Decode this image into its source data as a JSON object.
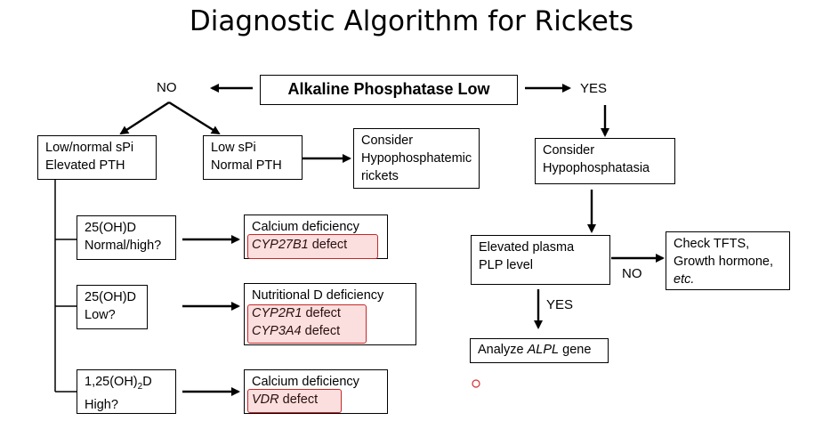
{
  "title": "Diagnostic Algorithm for Rickets",
  "root": "Alkaline Phosphatase Low",
  "no_label": "NO",
  "yes_label": "YES",
  "left": {
    "box_a": [
      "Low/normal sPi",
      "Elevated PTH"
    ],
    "box_b": [
      "Low sPi",
      "Normal PTH"
    ],
    "box_b_result": [
      "Consider",
      "Hypophosphatemic",
      "rickets"
    ],
    "tests": [
      {
        "lines": [
          "25(OH)D",
          "Normal/high?"
        ],
        "result_title": "Calcium deficiency",
        "result_items": [
          {
            "gene": "CYP27B1",
            "suffix": " defect"
          }
        ]
      },
      {
        "lines": [
          "25(OH)D",
          "Low?"
        ],
        "result_title": "Nutritional D deficiency",
        "result_items": [
          {
            "gene": "CYP2R1",
            "suffix": " defect"
          },
          {
            "gene": "CYP3A4",
            "suffix": " defect"
          }
        ]
      },
      {
        "lines_prefix": "1,25(OH)",
        "lines_sub": "2",
        "lines_suffix": "D",
        "line2": "High?",
        "result_title": "Calcium deficiency",
        "result_items": [
          {
            "gene": "VDR",
            "suffix": " defect"
          }
        ]
      }
    ]
  },
  "right": {
    "consider": [
      "Consider",
      "Hypophosphatasia"
    ],
    "plp": [
      "Elevated plasma",
      "PLP level"
    ],
    "plp_no": "NO",
    "plp_yes": "YES",
    "check": [
      "Check TFTS,",
      "Growth hormone,",
      "etc."
    ],
    "analyze_prefix": "Analyze ",
    "analyze_gene": "ALPL",
    "analyze_suffix": " gene"
  },
  "colors": {
    "highlight": "#c62828"
  }
}
